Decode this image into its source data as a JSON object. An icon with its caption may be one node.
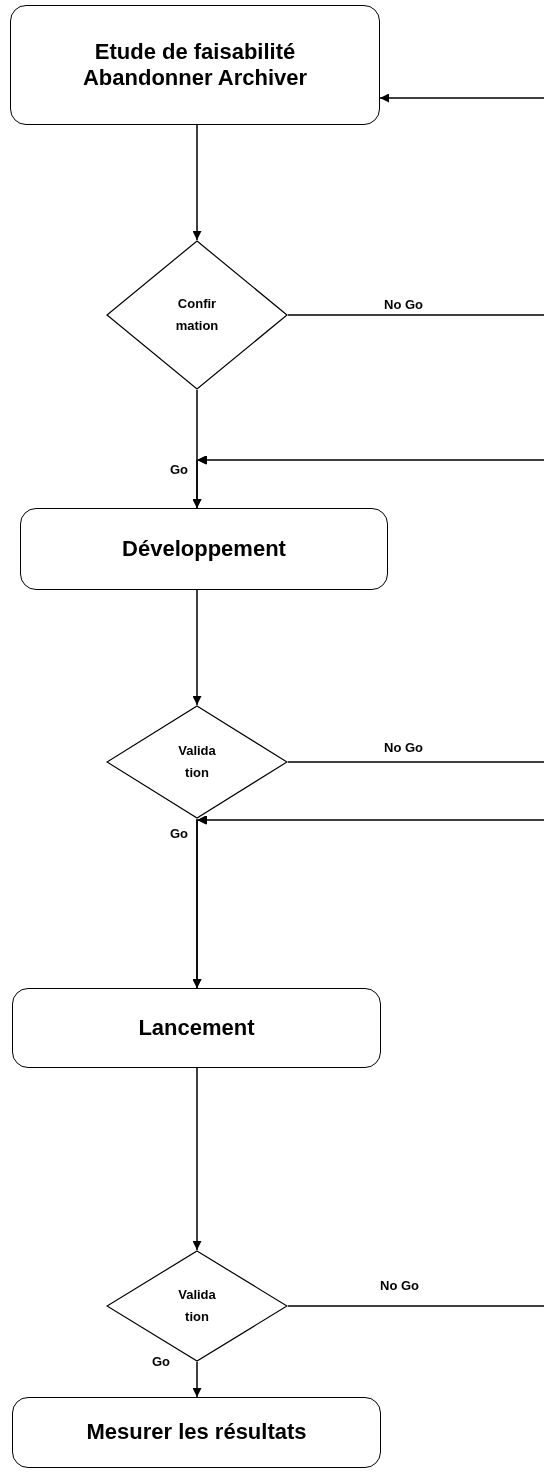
{
  "diagram": {
    "nodes": [
      {
        "text": [
          "Etude de faisabilité Abandonner Archiver"
        ]
      },
      {
        "text": [
          "Confir mation"
        ]
      },
      {
        "text": [
          "Développement"
        ]
      },
      {
        "text": [
          "Valida tion"
        ]
      },
      {
        "text": [
          "Lancement"
        ]
      },
      {
        "text": [
          "Valida tion"
        ]
      },
      {
        "text": [
          "Mesurer les résultats"
        ]
      }
    ],
    "edges": [
      {
        "from": 0,
        "to": 1,
        "arrow": "to"
      },
      {
        "from": 1,
        "to": 2,
        "arrow": "to",
        "label": "Go"
      },
      {
        "from": 2,
        "to": 3,
        "arrow": "to"
      },
      {
        "from": 3,
        "to": 4,
        "arrow": "to",
        "label": "Go"
      },
      {
        "from": 4,
        "to": 5,
        "arrow": "to"
      },
      {
        "from": 5,
        "to": 6,
        "arrow": "to",
        "label": "Go"
      },
      {
        "from": 1,
        "to": null,
        "arrow": "none",
        "label": "No Go"
      },
      {
        "from": 3,
        "to": null,
        "arrow": "none",
        "label": "No Go"
      },
      {
        "from": 5,
        "to": null,
        "arrow": "none",
        "label": "No Go"
      },
      {
        "from": null,
        "to": 0,
        "arrow": "to"
      },
      {
        "from": null,
        "to": 2,
        "arrow": "to"
      },
      {
        "from": null,
        "to": 4,
        "arrow": "to"
      }
    ]
  }
}
